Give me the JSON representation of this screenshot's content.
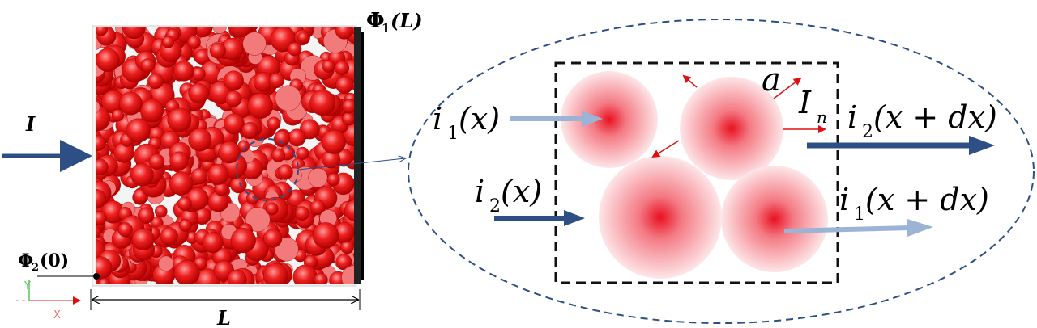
{
  "left": {
    "current_in": "I",
    "phi_top_main": "Φ",
    "phi_top_sub": "1",
    "phi_top_arg": "(L)",
    "phi_bottom_main": "Φ",
    "phi_bottom_sub": "2",
    "phi_bottom_arg": "(0)",
    "length": "L",
    "axis_y": "Y",
    "axis_x": "X"
  },
  "zoom": {
    "i1x_main": "i",
    "i1x_sub": "1",
    "i1x_arg": "(x)",
    "i2x_main": "i",
    "i2x_sub": "2",
    "i2x_arg": "(x)",
    "i2xdx_main": "i",
    "i2xdx_sub": "2",
    "i2xdx_arg": "(x + dx)",
    "i1xdx_main": "i",
    "i1xdx_sub": "1",
    "i1xdx_arg": "(x + dx)",
    "a": "a",
    "In_main": "I",
    "In_sub": "n"
  },
  "colors": {
    "particle": "#e01010",
    "dark_arrow": "#2d4f86",
    "light_arrow": "#9bb4d6",
    "red_arrow": "#e01010",
    "ellipse": "#2d4f86"
  }
}
